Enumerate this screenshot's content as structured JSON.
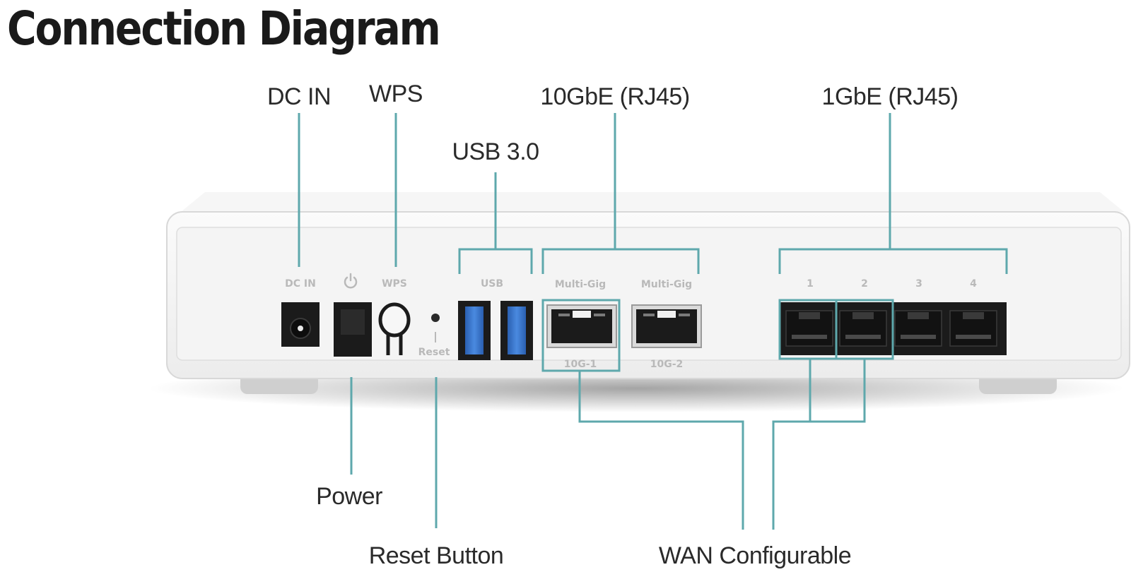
{
  "title": "Connection Diagram",
  "callouts": {
    "dc_in": "DC IN",
    "wps": "WPS",
    "usb": "USB 3.0",
    "ten_gbe": "10GbE (RJ45)",
    "one_gbe": "1GbE (RJ45)",
    "power": "Power",
    "reset": "Reset Button",
    "wan": "WAN Configurable"
  },
  "panel": {
    "dc_in": "DC IN",
    "wps": "WPS",
    "reset": "Reset",
    "usb": "USB",
    "multigig_1": "Multi-Gig",
    "multigig_2": "Multi-Gig",
    "port_10g_1": "10G-1",
    "port_10g_2": "10G-2",
    "port_1": "1",
    "port_2": "2",
    "port_3": "3",
    "port_4": "4"
  },
  "colors": {
    "callout_line": "#5ea8ac",
    "device_body": "#f1f1f1",
    "port_black": "#1b1b1b",
    "usb_blue": "#2f6fc9"
  },
  "icons": [
    "power-symbol-icon"
  ]
}
